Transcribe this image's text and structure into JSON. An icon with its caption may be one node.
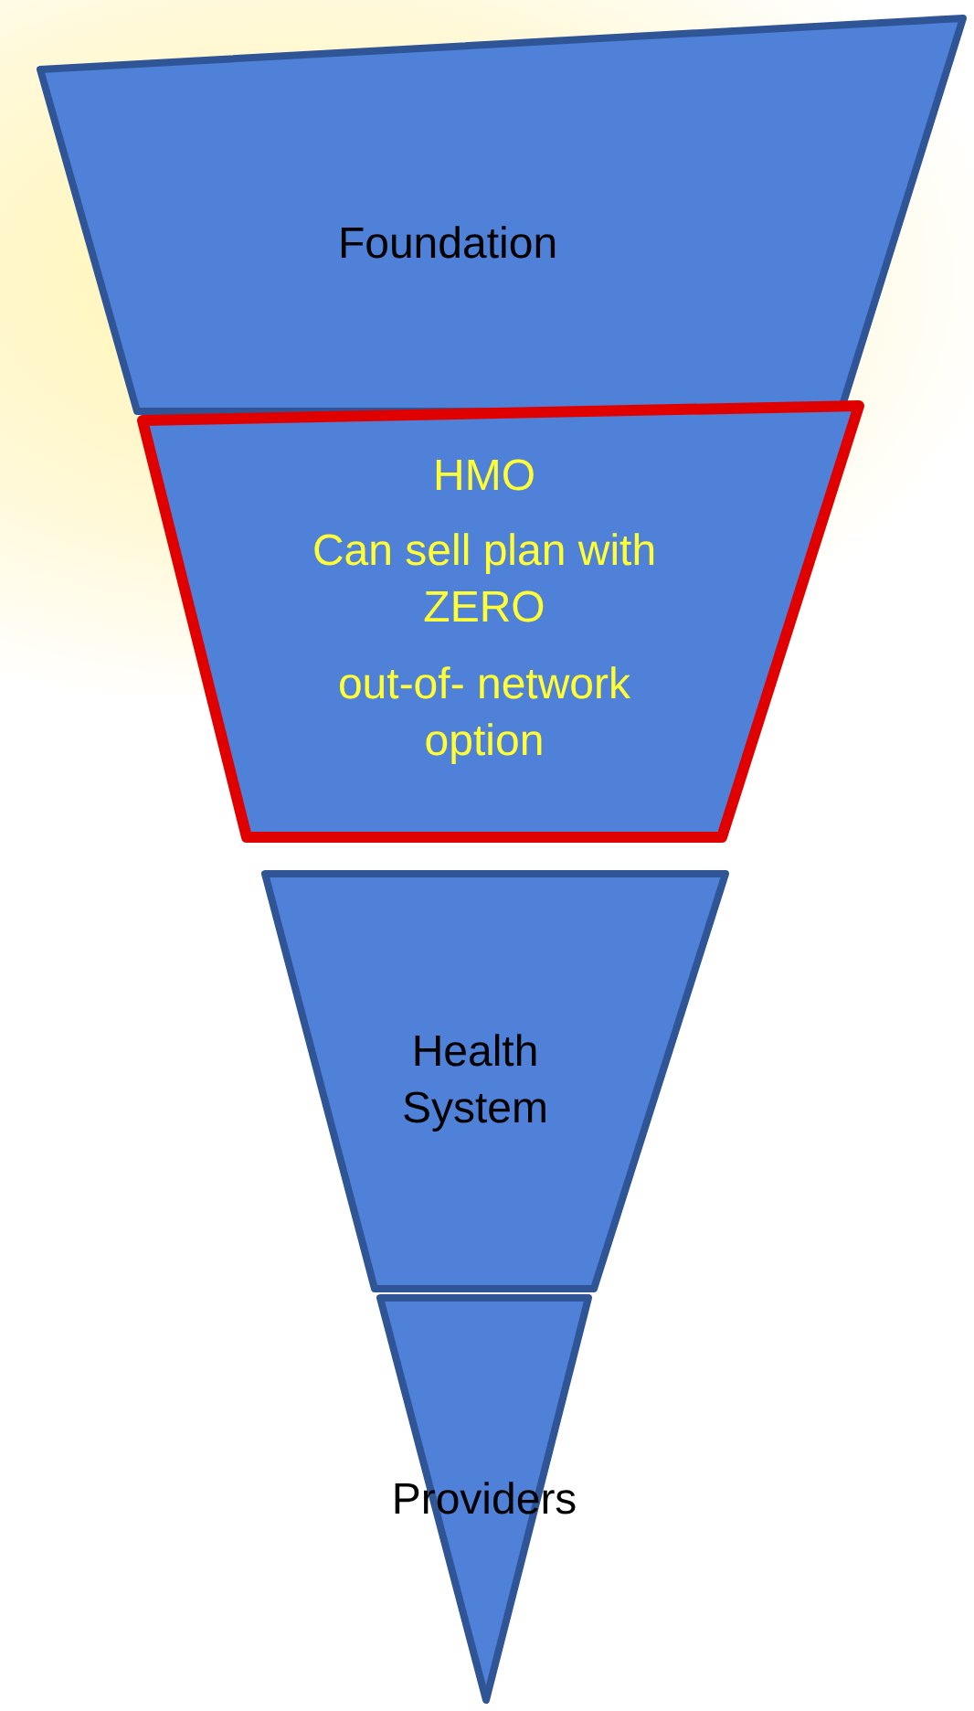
{
  "diagram": {
    "nodes": [
      {
        "text": [
          "Foundation"
        ]
      },
      {
        "text": [
          "HMO",
          "Can sell plan with ZERO",
          "out-of- network option"
        ]
      },
      {
        "text": [
          "Health System"
        ]
      },
      {
        "text": [
          "Providers"
        ]
      }
    ]
  }
}
